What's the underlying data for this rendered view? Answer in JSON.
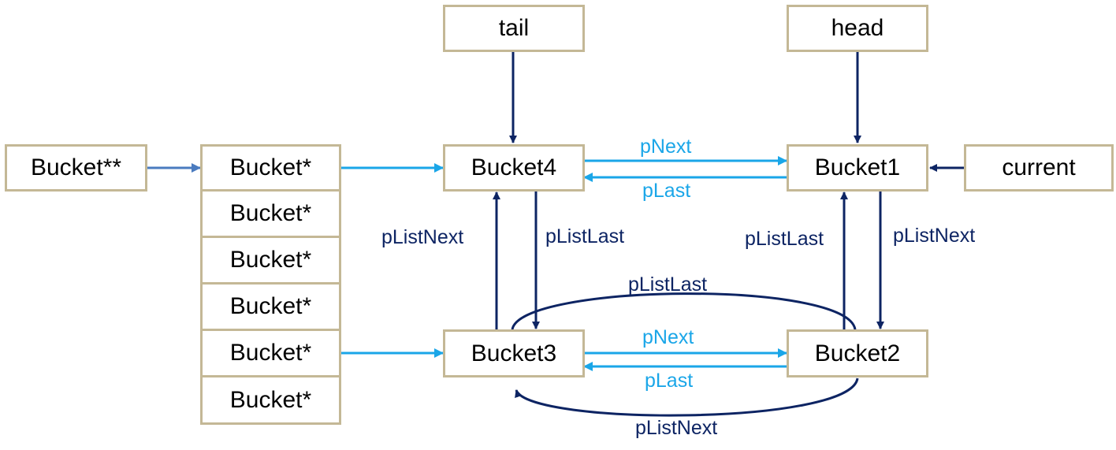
{
  "nodes": {
    "tail": "tail",
    "head": "head",
    "bucket_pp": "Bucket**",
    "bucket_p": [
      "Bucket*",
      "Bucket*",
      "Bucket*",
      "Bucket*",
      "Bucket*",
      "Bucket*"
    ],
    "bucket4": "Bucket4",
    "bucket1": "Bucket1",
    "bucket3": "Bucket3",
    "bucket2": "Bucket2",
    "current": "current"
  },
  "edge_labels": {
    "b4_b1_next": "pNext",
    "b1_b4_last": "pLast",
    "b3_b4_listnext": "pListNext",
    "b4_b3_listlast": "pListLast",
    "b1_b2_listnext": "pListNext",
    "b2_b1_listlast": "pListLast",
    "b2_b3_listlast_loop": "pListLast",
    "b3_b2_next": "pNext",
    "b2_b3_last": "pLast",
    "b2_b3_listnext_loop": "pListNext"
  },
  "colors": {
    "box_border": "#c4b896",
    "dark_arrow": "#0d2463",
    "light_arrow": "#1aa6e8",
    "medium_arrow": "#4a7bbf"
  }
}
